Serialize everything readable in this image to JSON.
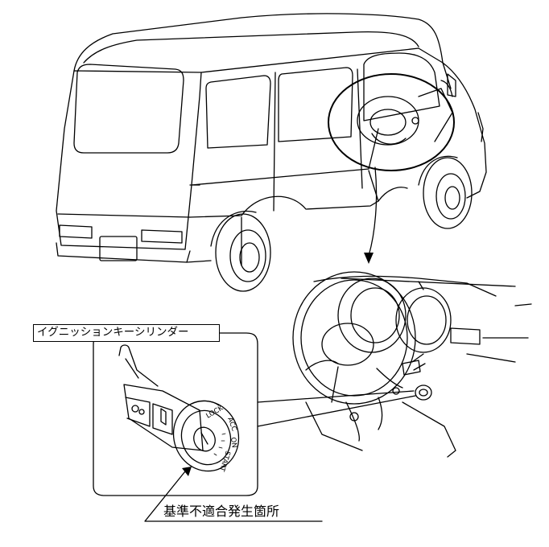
{
  "labels": {
    "part_name": "イグニッションキーシリンダー",
    "defect_location": "基準不適合発生箇所",
    "key_positions": [
      "LOCK",
      "ACC",
      "ON",
      "START"
    ]
  }
}
